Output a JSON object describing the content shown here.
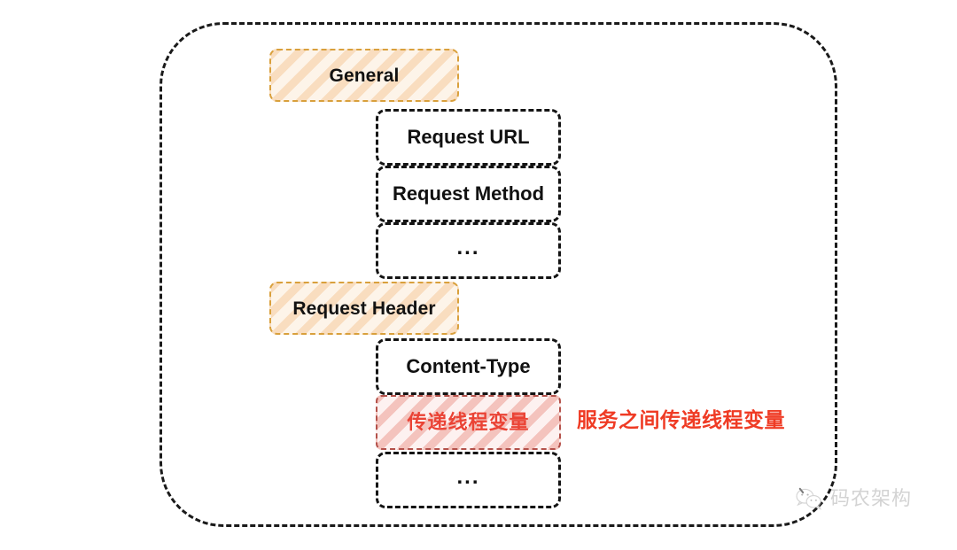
{
  "diagram": {
    "title": "HTTP request structure with thread variable propagation",
    "outer_container": {
      "name": "http-request"
    },
    "sections": [
      {
        "id": "general",
        "label": "General",
        "items": [
          {
            "id": "request-url",
            "label": "Request URL",
            "style": "plain"
          },
          {
            "id": "request-method",
            "label": "Request Method",
            "style": "plain"
          },
          {
            "id": "general-more",
            "label": "...",
            "style": "plain"
          }
        ]
      },
      {
        "id": "request-header",
        "label": "Request Header",
        "items": [
          {
            "id": "content-type",
            "label": "Content-Type",
            "style": "plain"
          },
          {
            "id": "thread-var",
            "label": "传递线程变量",
            "style": "highlight"
          },
          {
            "id": "header-more",
            "label": "...",
            "style": "plain"
          }
        ]
      }
    ],
    "annotation": {
      "id": "thread-var-note",
      "text": "服务之间传递线程变量"
    },
    "watermark": {
      "icon": "wechat-icon",
      "text": "码农架构"
    },
    "colors": {
      "section_border": "#d9a03c",
      "section_hatch": "#f9ddbf",
      "section_fill": "#fdf4e9",
      "item_border": "#141414",
      "highlight_border": "#b4524b",
      "highlight_hatch": "#f4c3bd",
      "highlight_text": "#ea4335",
      "annotation_text": "#ef3b24",
      "outer_border": "#1a1a1a",
      "watermark_text": "#b9b9b9"
    }
  }
}
